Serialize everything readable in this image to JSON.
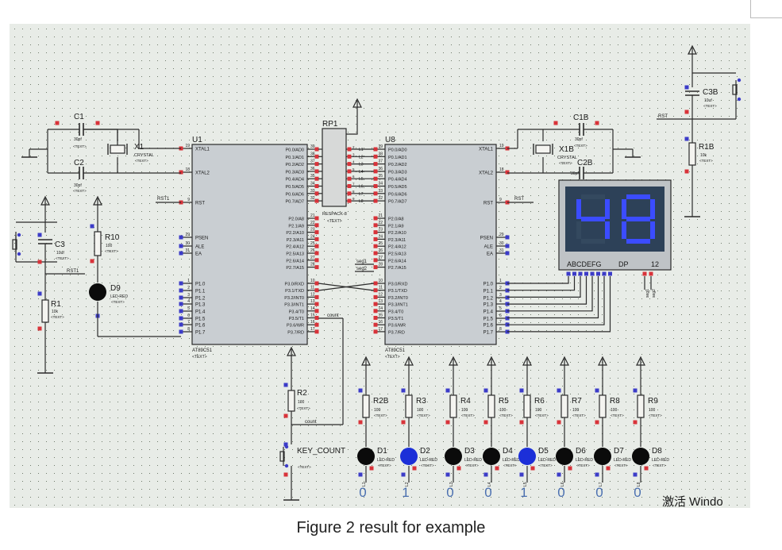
{
  "caption": "Figure 2 result for example",
  "watermark": "激活 Windo",
  "colors": {
    "background": "#e8ece7",
    "grid_dot": "#6f7a6a",
    "wire": "#2a2a2a",
    "chip_fill": "#c9ced2",
    "pin_red": "#d8333a",
    "pin_blue": "#3c3cc8",
    "display_bg": "#2d4158",
    "display_digit": "#3b4cff",
    "bit_label": "#4a6fb0",
    "led_on": "#1c2fd8",
    "led_off": "#0b0b0b"
  },
  "mcu_left": {
    "ref": "U1",
    "part": "AT89C51",
    "text": "<TEXT>",
    "left_pins": [
      {
        "num": "19",
        "name": "XTAL1"
      },
      {
        "num": "18",
        "name": "XTAL2"
      },
      {
        "num": "9",
        "name": "RST"
      },
      {
        "num": "29",
        "name": "PSEN"
      },
      {
        "num": "30",
        "name": "ALE"
      },
      {
        "num": "31",
        "name": "EA"
      },
      {
        "num": "1",
        "name": "P1.0"
      },
      {
        "num": "2",
        "name": "P1.1"
      },
      {
        "num": "3",
        "name": "P1.2"
      },
      {
        "num": "4",
        "name": "P1.3"
      },
      {
        "num": "5",
        "name": "P1.4"
      },
      {
        "num": "6",
        "name": "P1.5"
      },
      {
        "num": "7",
        "name": "P1.6"
      },
      {
        "num": "8",
        "name": "P1.7"
      }
    ],
    "p0_pins": [
      {
        "num": "39",
        "name": "P0.0/AD0"
      },
      {
        "num": "38",
        "name": "P0.1/AD1"
      },
      {
        "num": "37",
        "name": "P0.2/AD2"
      },
      {
        "num": "36",
        "name": "P0.3/AD3"
      },
      {
        "num": "35",
        "name": "P0.4/AD4"
      },
      {
        "num": "34",
        "name": "P0.5/AD5"
      },
      {
        "num": "33",
        "name": "P0.6/AD6"
      },
      {
        "num": "32",
        "name": "P0.7/AD7"
      }
    ],
    "p2_pins": [
      {
        "num": "21",
        "name": "P2.0/A8"
      },
      {
        "num": "22",
        "name": "P2.1/A9"
      },
      {
        "num": "23",
        "name": "P2.2/A10"
      },
      {
        "num": "24",
        "name": "P2.3/A11"
      },
      {
        "num": "25",
        "name": "P2.4/A12"
      },
      {
        "num": "26",
        "name": "P2.5/A13"
      },
      {
        "num": "27",
        "name": "P2.6/A14"
      },
      {
        "num": "28",
        "name": "P2.7/A15"
      }
    ],
    "p3_pins": [
      {
        "num": "10",
        "name": "P3.0/RXD"
      },
      {
        "num": "11",
        "name": "P3.1/TXD"
      },
      {
        "num": "12",
        "name": "P3.2/INT0"
      },
      {
        "num": "13",
        "name": "P3.3/INT1"
      },
      {
        "num": "14",
        "name": "P3.4/T0"
      },
      {
        "num": "15",
        "name": "P3.5/T1"
      },
      {
        "num": "16",
        "name": "P3.6/WR"
      },
      {
        "num": "17",
        "name": "P3.7/RD"
      }
    ]
  },
  "mcu_right": {
    "ref": "U8",
    "part": "AT89C51",
    "text": "<TEXT>",
    "left_pins": [
      {
        "num": "39",
        "name": "P0.0/AD0"
      },
      {
        "num": "38",
        "name": "P0.1/AD1"
      },
      {
        "num": "37",
        "name": "P0.2/AD2"
      },
      {
        "num": "36",
        "name": "P0.3/AD3"
      },
      {
        "num": "35",
        "name": "P0.4/AD4"
      },
      {
        "num": "34",
        "name": "P0.5/AD5"
      },
      {
        "num": "33",
        "name": "P0.6/AD6"
      },
      {
        "num": "32",
        "name": "P0.7/AD7"
      },
      {
        "num": "21",
        "name": "P2.0/A8"
      },
      {
        "num": "22",
        "name": "P2.1/A9"
      },
      {
        "num": "23",
        "name": "P2.2/A10"
      },
      {
        "num": "24",
        "name": "P2.3/A11"
      },
      {
        "num": "25",
        "name": "P2.4/A12"
      },
      {
        "num": "26",
        "name": "P2.5/A13"
      },
      {
        "num": "27",
        "name": "P2.6/A14"
      },
      {
        "num": "28",
        "name": "P2.7/A15"
      },
      {
        "num": "10",
        "name": "P3.0/RXD"
      },
      {
        "num": "11",
        "name": "P3.1/TXD"
      },
      {
        "num": "12",
        "name": "P3.2/INT0"
      },
      {
        "num": "13",
        "name": "P3.3/INT1"
      },
      {
        "num": "14",
        "name": "P3.4/T0"
      },
      {
        "num": "15",
        "name": "P3.5/T1"
      },
      {
        "num": "16",
        "name": "P3.6/WR"
      },
      {
        "num": "17",
        "name": "P3.7/RD"
      }
    ],
    "right_pins": [
      {
        "num": "19",
        "name": "XTAL1"
      },
      {
        "num": "18",
        "name": "XTAL2"
      },
      {
        "num": "9",
        "name": "RST"
      },
      {
        "num": "29",
        "name": "PSEN"
      },
      {
        "num": "30",
        "name": "ALE"
      },
      {
        "num": "31",
        "name": "EA"
      },
      {
        "num": "1",
        "name": "P1.0"
      },
      {
        "num": "2",
        "name": "P1.1"
      },
      {
        "num": "3",
        "name": "P1.2"
      },
      {
        "num": "4",
        "name": "P1.3"
      },
      {
        "num": "5",
        "name": "P1.4"
      },
      {
        "num": "6",
        "name": "P1.5"
      },
      {
        "num": "7",
        "name": "P1.6"
      },
      {
        "num": "8",
        "name": "P1.7"
      }
    ]
  },
  "resistor_pack": {
    "ref": "RP1",
    "part": "RESPACK-8",
    "text": "<TEXT>",
    "pin_labels": [
      "L1",
      "L2",
      "L3",
      "L4",
      "L5",
      "L6",
      "L7",
      "L8"
    ],
    "pin_nums": [
      "2",
      "3",
      "4",
      "5",
      "6",
      "7",
      "8",
      "9"
    ],
    "top_pin": "1"
  },
  "display": {
    "value": "48",
    "segment_label": "ABCDEFG",
    "dp_label": "DP",
    "digit_label": "12",
    "seg_nets": [
      "seg1",
      "seg2"
    ]
  },
  "crystals": [
    {
      "ref": "X1",
      "part": "CRYSTAL",
      "text": "<TEXT>"
    },
    {
      "ref": "X1B",
      "part": "CRYSTAL",
      "text": "<TEXT>"
    }
  ],
  "capacitors": [
    {
      "ref": "C1",
      "value": "30pf",
      "text": "<TEXT>"
    },
    {
      "ref": "C2",
      "value": "30pf",
      "text": "<TEXT>"
    },
    {
      "ref": "C3",
      "value": "10uf",
      "text": "<TEXT>"
    },
    {
      "ref": "C1B",
      "value": "30pf",
      "text": "<TEXT>"
    },
    {
      "ref": "C2B",
      "value": "30pf",
      "text": "<TEXT>"
    },
    {
      "ref": "C3B",
      "value": "10uf",
      "text": "<TEXT>"
    }
  ],
  "resistors": [
    {
      "ref": "R1",
      "value": "10k",
      "text": "<TEXT>"
    },
    {
      "ref": "R1B",
      "value": "10k",
      "text": "<TEXT>"
    },
    {
      "ref": "R10",
      "value": "100",
      "text": "<TEXT>"
    },
    {
      "ref": "R2",
      "value": "100",
      "text": "<TEXT>"
    }
  ],
  "net_labels": {
    "rst": "RST",
    "rst1": "RST1",
    "count": "count",
    "seg1": "seg1",
    "seg2": "seg2"
  },
  "led_d9": {
    "ref": "D9",
    "part": "LED-RED",
    "text": "<TEXT>"
  },
  "key": {
    "ref": "KEY_COUNT",
    "text": "<TEXT>"
  },
  "led_row": [
    {
      "r": "R2B",
      "r_value": "100",
      "d": "D1",
      "part": "LED-RED",
      "lit": false,
      "bit": "0"
    },
    {
      "r": "R3",
      "r_value": "100",
      "d": "D2",
      "part": "LED-RED",
      "lit": true,
      "bit": "1"
    },
    {
      "r": "R4",
      "r_value": "100",
      "d": "D3",
      "part": "LED-RED",
      "lit": false,
      "bit": "0"
    },
    {
      "r": "R5",
      "r_value": "100",
      "d": "D4",
      "part": "LED-RED",
      "lit": false,
      "bit": "0"
    },
    {
      "r": "R6",
      "r_value": "100",
      "d": "D5",
      "part": "LED-RED",
      "lit": true,
      "bit": "1"
    },
    {
      "r": "R7",
      "r_value": "100",
      "d": "D6",
      "part": "LED-RED",
      "lit": false,
      "bit": "0"
    },
    {
      "r": "R8",
      "r_value": "100",
      "d": "D7",
      "part": "LED-RED",
      "lit": false,
      "bit": "0"
    },
    {
      "r": "R9",
      "r_value": "100",
      "d": "D8",
      "part": "LED-RED",
      "lit": false,
      "bit": "0"
    }
  ]
}
